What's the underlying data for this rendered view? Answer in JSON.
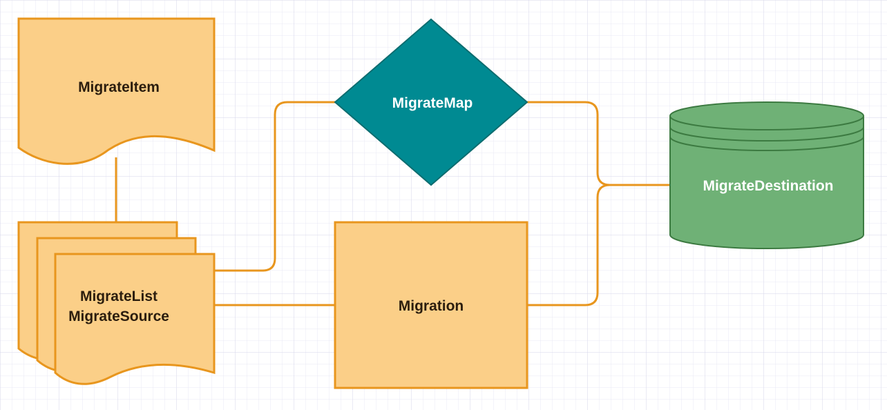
{
  "colors": {
    "grid_minor": "#e8e8f4",
    "grid_major": "#d6d6ea",
    "connector": "#e8961e",
    "orange_fill": "#fbcf88",
    "orange_stroke": "#e8961e",
    "diamond_fill": "#008a92",
    "diamond_stroke": "#0d6d70",
    "db_fill": "#6fb176",
    "db_stroke": "#3c7a41"
  },
  "nodes": {
    "migrate_item": {
      "label": "MigrateItem",
      "shape": "document"
    },
    "migrate_list": {
      "label_line1": "MigrateList",
      "label_line2": "MigrateSource",
      "shape": "multi-document"
    },
    "migrate_map": {
      "label": "MigrateMap",
      "shape": "diamond"
    },
    "migration": {
      "label": "Migration",
      "shape": "rectangle"
    },
    "migrate_destination": {
      "label": "MigrateDestination",
      "shape": "database"
    }
  }
}
